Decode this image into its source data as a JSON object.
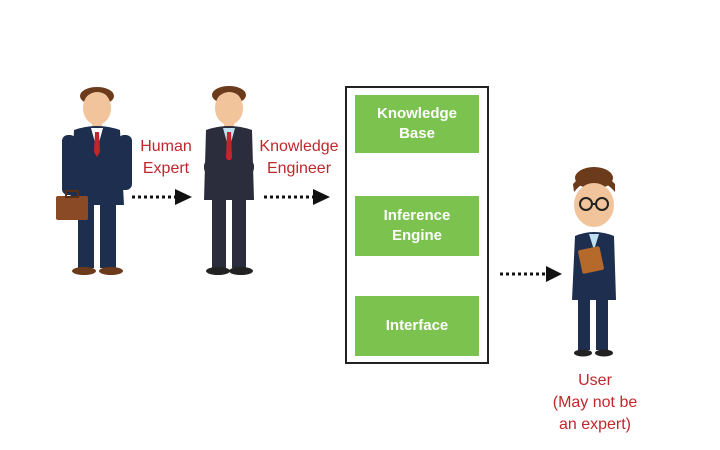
{
  "actors": {
    "human_expert": {
      "line1": "Human",
      "line2": "Expert"
    },
    "knowledge_engineer": {
      "line1": "Knowledge",
      "line2": "Engineer"
    },
    "user": {
      "line1": "User",
      "line2": "(May not be",
      "line3": "an expert)"
    }
  },
  "system": {
    "knowledge_base": {
      "line1": "Knowledge",
      "line2": "Base"
    },
    "inference_engine": {
      "line1": "Inference",
      "line2": "Engine"
    },
    "interface": {
      "line1": "Interface"
    }
  },
  "colors": {
    "label_text": "#c0272d",
    "component_fill": "#7cc24f",
    "suit": "#1d2e4f",
    "tie": "#c0272d"
  },
  "icons": [
    "businessman-with-briefcase",
    "businessman-arms-crossed",
    "user-with-glasses"
  ]
}
